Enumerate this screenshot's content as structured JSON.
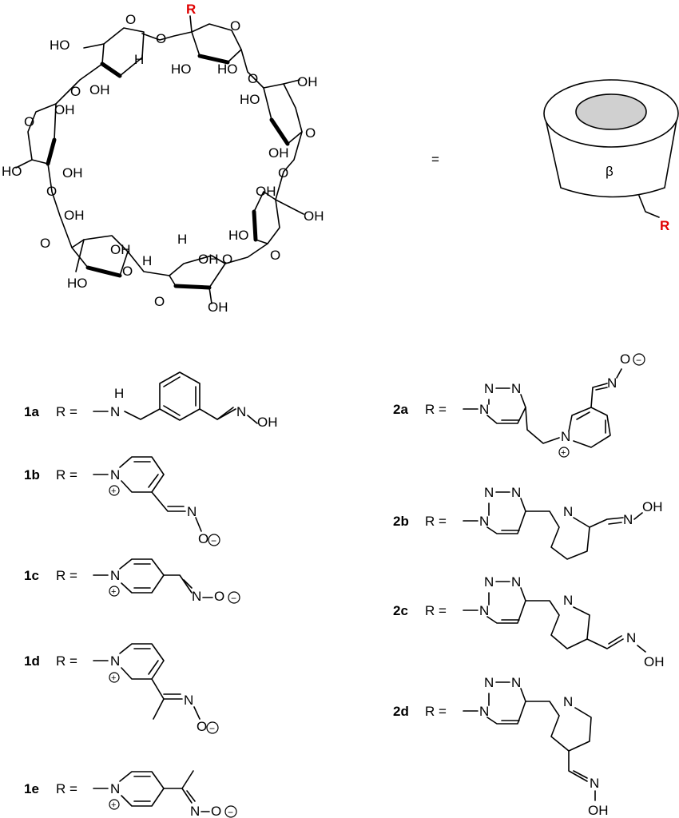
{
  "macrocycle": {
    "r_label": "R",
    "hydroxyls": [
      "HO",
      "H",
      "OH",
      "HO",
      "OH",
      "OH",
      "HO",
      "OH",
      "OH",
      "OH",
      "HO",
      "OH",
      "HO",
      "OH",
      "H",
      "OH",
      "OH",
      "H",
      "HO",
      "OH",
      "HO"
    ],
    "ring_oxygens": [
      "O",
      "O",
      "O",
      "O",
      "O",
      "O",
      "O",
      "O",
      "O",
      "O",
      "O",
      "O",
      "O",
      "O"
    ]
  },
  "equals": "=",
  "cartoon": {
    "beta": "β",
    "r_label": "R"
  },
  "compounds": [
    {
      "id": "1a",
      "r_eq": "R =",
      "atoms": [
        "H",
        "N",
        "N",
        "OH"
      ]
    },
    {
      "id": "1b",
      "r_eq": "R =",
      "atoms": [
        "N",
        "+",
        "N",
        "O",
        "−"
      ]
    },
    {
      "id": "1c",
      "r_eq": "R =",
      "atoms": [
        "N",
        "+",
        "N",
        "O",
        "−"
      ]
    },
    {
      "id": "1d",
      "r_eq": "R =",
      "atoms": [
        "N",
        "+",
        "N",
        "O",
        "−"
      ]
    },
    {
      "id": "1e",
      "r_eq": "R =",
      "atoms": [
        "N",
        "+",
        "N",
        "O",
        "−"
      ]
    },
    {
      "id": "2a",
      "r_eq": "R =",
      "atoms": [
        "N",
        "N",
        "N",
        "N",
        "+",
        "N",
        "O",
        "−"
      ]
    },
    {
      "id": "2b",
      "r_eq": "R =",
      "atoms": [
        "N",
        "N",
        "N",
        "N",
        "N",
        "OH"
      ]
    },
    {
      "id": "2c",
      "r_eq": "R =",
      "atoms": [
        "N",
        "N",
        "N",
        "N",
        "N",
        "OH"
      ]
    },
    {
      "id": "2d",
      "r_eq": "R =",
      "atoms": [
        "N",
        "N",
        "N",
        "N",
        "N",
        "OH"
      ]
    }
  ]
}
